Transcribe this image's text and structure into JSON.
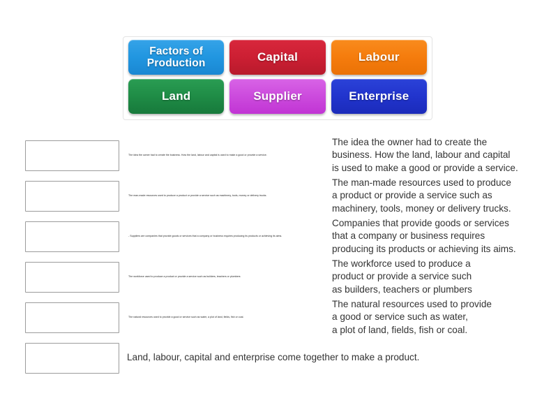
{
  "tile_bank": {
    "name": "factors-of-production-tile-bank",
    "rows": [
      [
        {
          "label": "Factors of Production",
          "color": "#2196e0",
          "name": "tile-factors-of-production",
          "two_line": true
        },
        {
          "label": "Capital",
          "color": "#cc1f33",
          "name": "tile-capital",
          "two_line": false
        },
        {
          "label": "Labour",
          "color": "#f57c0d",
          "name": "tile-labour",
          "two_line": false
        }
      ],
      [
        {
          "label": "Land",
          "color": "#1f8c46",
          "name": "tile-land",
          "two_line": false
        },
        {
          "label": "Supplier",
          "color": "#cc4bdd",
          "name": "tile-supplier",
          "two_line": false
        },
        {
          "label": "Enterprise",
          "color": "#2134cd",
          "name": "tile-enterprise",
          "two_line": false
        }
      ]
    ]
  },
  "rows": [
    {
      "drop_placeholder": "",
      "mini_text": "The idea the owner had to create the business. How the land, labour and capital is used to make a good or provide a service.",
      "lines": [
        "The idea the owner had to create the",
        "business. How the land, labour and capital",
        "is used to make a good or provide a service."
      ]
    },
    {
      "drop_placeholder": "",
      "mini_text": "The man-made resources used to produce a product or provide a service such as machinery, tools, money or delivery trucks.",
      "lines": [
        "The man-made resources used to produce",
        "a product or provide a service such as",
        "machinery, tools, money or delivery trucks."
      ]
    },
    {
      "drop_placeholder": "",
      "mini_text": "-   Suppliers are companies that provide goods or services that a company or business requires producing its products or achieving its aims.",
      "lines": [
        "Companies that provide goods or services",
        "that a company or business requires",
        "producing its products or achieving its aims."
      ]
    },
    {
      "drop_placeholder": "",
      "mini_text": "The workforce used to produce a product or provide a service such as builders, teachers or plumbers",
      "lines": [
        "The workforce used to produce a",
        "product or provide a service such",
        "as builders, teachers or plumbers"
      ]
    },
    {
      "drop_placeholder": "",
      "mini_text": "The natural resources used to provide a good or service such as water, a plot of land, fields, fish or coal.",
      "lines": [
        "The natural resources used to provide",
        "a good or service such as water,",
        "a plot of land, fields, fish or coal."
      ]
    },
    {
      "drop_placeholder": "",
      "mini_text": "",
      "lines": [
        "Land, labour, capital and enterprise come together to make a product."
      ]
    }
  ],
  "colors": {
    "page_background": "#ffffff",
    "drop_box_border": "#9b9b9b",
    "bank_border": "#e3e3e3",
    "text": "#333333"
  }
}
